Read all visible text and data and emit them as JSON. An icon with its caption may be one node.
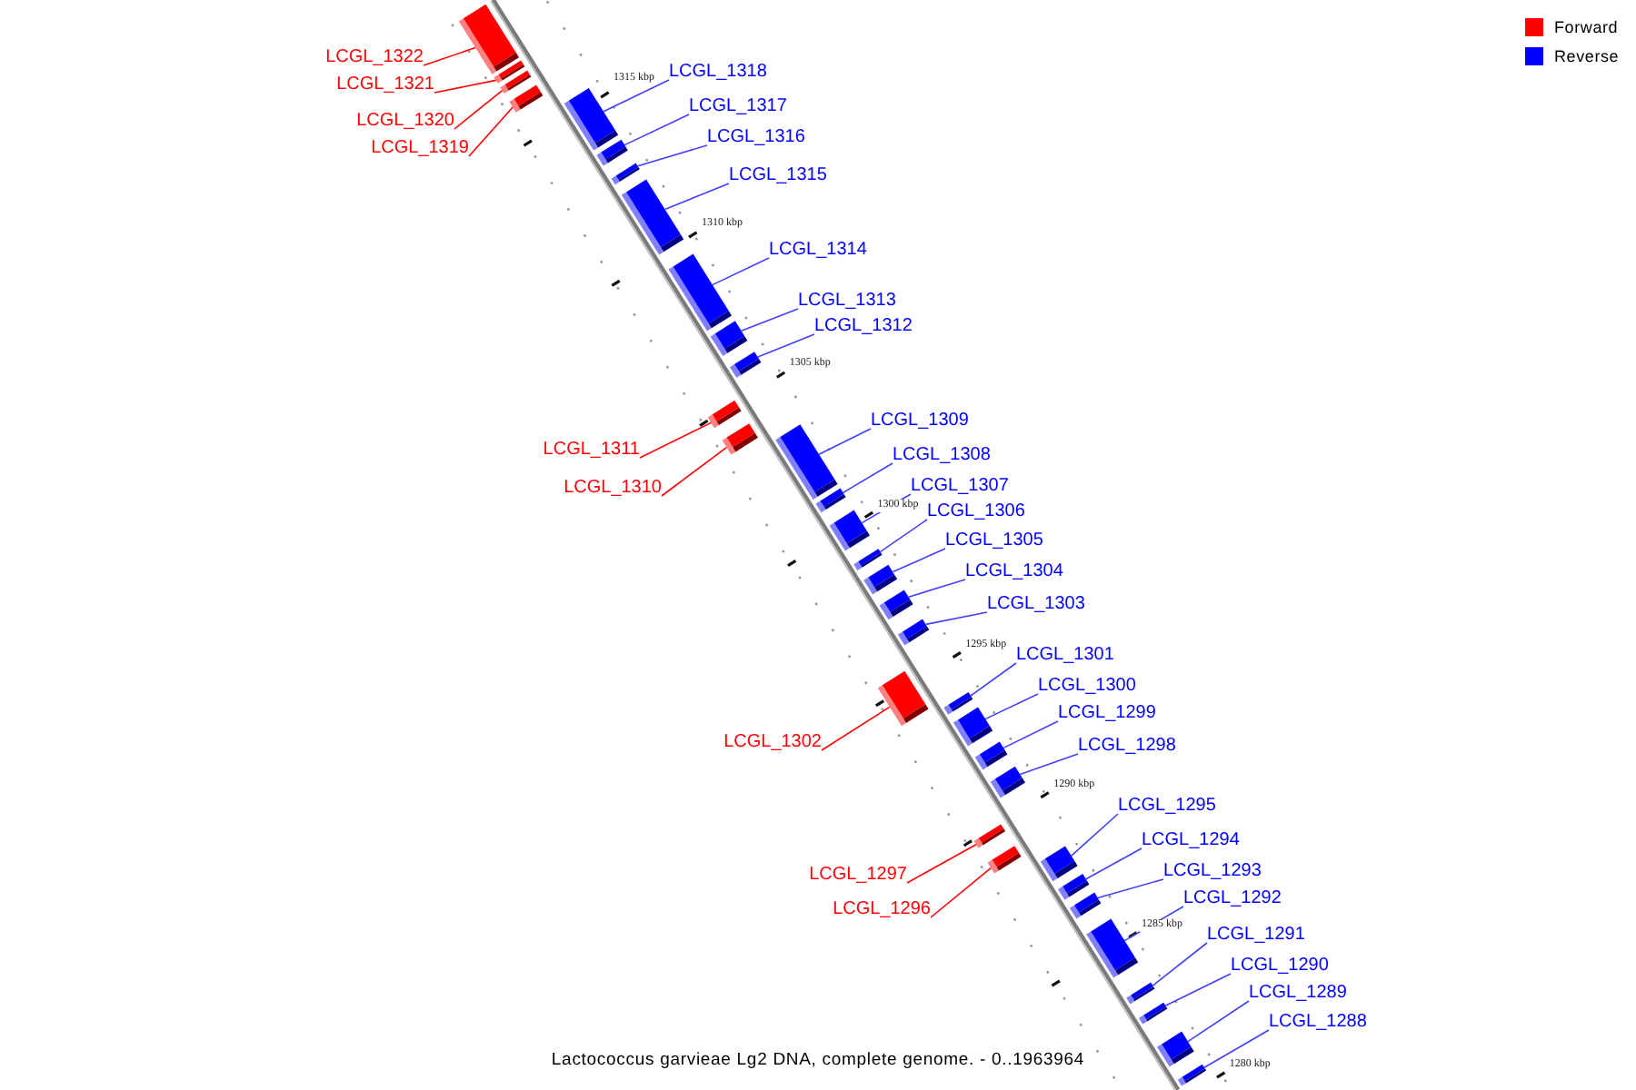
{
  "diagram": {
    "caption": "Lactococcus garvieae Lg2 DNA, complete genome. - 0..1963964",
    "nodes": [
      {
        "text": [
          "LCGL_1322"
        ]
      },
      {
        "text": [
          "LCGL_1321"
        ]
      },
      {
        "text": [
          "LCGL_1320"
        ]
      },
      {
        "text": [
          "LCGL_1319"
        ]
      },
      {
        "text": [
          "LCGL_1318"
        ]
      },
      {
        "text": [
          "LCGL_1317"
        ]
      },
      {
        "text": [
          "LCGL_1316"
        ]
      },
      {
        "text": [
          "LCGL_1315"
        ]
      },
      {
        "text": [
          "LCGL_1314"
        ]
      },
      {
        "text": [
          "LCGL_1313"
        ]
      },
      {
        "text": [
          "LCGL_1312"
        ]
      },
      {
        "text": [
          "LCGL_1311"
        ]
      },
      {
        "text": [
          "LCGL_1310"
        ]
      },
      {
        "text": [
          "LCGL_1309"
        ]
      },
      {
        "text": [
          "LCGL_1308"
        ]
      },
      {
        "text": [
          "LCGL_1307"
        ]
      },
      {
        "text": [
          "LCGL_1306"
        ]
      },
      {
        "text": [
          "LCGL_1305"
        ]
      },
      {
        "text": [
          "LCGL_1304"
        ]
      },
      {
        "text": [
          "LCGL_1303"
        ]
      },
      {
        "text": [
          "LCGL_1302"
        ]
      },
      {
        "text": [
          "LCGL_1301"
        ]
      },
      {
        "text": [
          "LCGL_1300"
        ]
      },
      {
        "text": [
          "LCGL_1299"
        ]
      },
      {
        "text": [
          "LCGL_1298"
        ]
      },
      {
        "text": [
          "LCGL_1297"
        ]
      },
      {
        "text": [
          "LCGL_1296"
        ]
      },
      {
        "text": [
          "LCGL_1295"
        ]
      },
      {
        "text": [
          "LCGL_1294"
        ]
      },
      {
        "text": [
          "LCGL_1293"
        ]
      },
      {
        "text": [
          "LCGL_1292"
        ]
      },
      {
        "text": [
          "LCGL_1291"
        ]
      },
      {
        "text": [
          "LCGL_1290"
        ]
      },
      {
        "text": [
          "LCGL_1289"
        ]
      },
      {
        "text": [
          "LCGL_1288"
        ]
      },
      {
        "text": [],
        "shape": "bar"
      },
      {
        "text": [],
        "shape": "bar"
      },
      {
        "text": [],
        "shape": "bar"
      },
      {
        "text": [],
        "shape": "bar"
      },
      {
        "text": [],
        "shape": "bar"
      },
      {
        "text": [],
        "shape": "bar"
      },
      {
        "text": [],
        "shape": "bar"
      },
      {
        "text": [],
        "shape": "bar"
      },
      {
        "text": [],
        "shape": "bar"
      },
      {
        "text": [],
        "shape": "bar"
      },
      {
        "text": [],
        "shape": "bar"
      },
      {
        "text": [],
        "shape": "bar"
      },
      {
        "text": [],
        "shape": "bar"
      },
      {
        "text": [],
        "shape": "bar"
      },
      {
        "text": [],
        "shape": "bar"
      },
      {
        "text": [],
        "shape": "bar"
      },
      {
        "text": [],
        "shape": "bar"
      },
      {
        "text": [],
        "shape": "bar"
      },
      {
        "text": [],
        "shape": "bar"
      },
      {
        "text": [],
        "shape": "bar"
      },
      {
        "text": [],
        "shape": "bar"
      },
      {
        "text": [],
        "shape": "bar"
      },
      {
        "text": [],
        "shape": "bar"
      },
      {
        "text": [],
        "shape": "bar"
      },
      {
        "text": [],
        "shape": "bar"
      },
      {
        "text": [],
        "shape": "bar"
      },
      {
        "text": [],
        "shape": "bar"
      },
      {
        "text": [],
        "shape": "bar"
      },
      {
        "text": [],
        "shape": "bar"
      },
      {
        "text": [],
        "shape": "bar"
      },
      {
        "text": [],
        "shape": "bar"
      },
      {
        "text": [],
        "shape": "bar"
      },
      {
        "text": [],
        "shape": "bar"
      },
      {
        "text": [],
        "shape": "bar"
      },
      {
        "text": [],
        "shape": "bar"
      }
    ],
    "edges": [
      {
        "from": 0,
        "to": 35,
        "arrow": "none",
        "color": "#ff0000"
      },
      {
        "from": 1,
        "to": 36,
        "arrow": "none",
        "color": "#ff0000"
      },
      {
        "from": 2,
        "to": 37,
        "arrow": "none",
        "color": "#ff0000"
      },
      {
        "from": 3,
        "to": 38,
        "arrow": "none",
        "color": "#ff0000"
      },
      {
        "from": 4,
        "to": 39,
        "arrow": "none"
      },
      {
        "from": 5,
        "to": 40,
        "arrow": "none"
      },
      {
        "from": 6,
        "to": 41,
        "arrow": "none"
      },
      {
        "from": 7,
        "to": 42,
        "arrow": "none"
      },
      {
        "from": 8,
        "to": 43,
        "arrow": "none"
      },
      {
        "from": 9,
        "to": 44,
        "arrow": "none"
      },
      {
        "from": 10,
        "to": 45,
        "arrow": "none"
      },
      {
        "from": 11,
        "to": 46,
        "arrow": "none",
        "color": "#ff0000"
      },
      {
        "from": 12,
        "to": 47,
        "arrow": "none",
        "color": "#ff0000"
      },
      {
        "from": 13,
        "to": 48,
        "arrow": "none"
      },
      {
        "from": 14,
        "to": 49,
        "arrow": "none"
      },
      {
        "from": 15,
        "to": 50,
        "arrow": "none"
      },
      {
        "from": 16,
        "to": 51,
        "arrow": "none"
      },
      {
        "from": 17,
        "to": 52,
        "arrow": "none"
      },
      {
        "from": 18,
        "to": 53,
        "arrow": "none"
      },
      {
        "from": 19,
        "to": 54,
        "arrow": "none"
      },
      {
        "from": 20,
        "to": 55,
        "arrow": "none",
        "color": "#ff0000"
      },
      {
        "from": 21,
        "to": 56,
        "arrow": "none"
      },
      {
        "from": 22,
        "to": 57,
        "arrow": "none"
      },
      {
        "from": 23,
        "to": 58,
        "arrow": "none"
      },
      {
        "from": 24,
        "to": 59,
        "arrow": "none"
      },
      {
        "from": 25,
        "to": 60,
        "arrow": "none",
        "color": "#ff0000"
      },
      {
        "from": 26,
        "to": 61,
        "arrow": "none",
        "color": "#ff0000"
      },
      {
        "from": 27,
        "to": 62,
        "arrow": "none"
      },
      {
        "from": 28,
        "to": 63,
        "arrow": "none"
      },
      {
        "from": 29,
        "to": 64,
        "arrow": "none"
      },
      {
        "from": 30,
        "to": 65,
        "arrow": "none"
      },
      {
        "from": 31,
        "to": 66,
        "arrow": "none"
      },
      {
        "from": 32,
        "to": 67,
        "arrow": "none"
      },
      {
        "from": 33,
        "to": 68,
        "arrow": "none"
      },
      {
        "from": 34,
        "to": 69,
        "arrow": "none"
      }
    ],
    "labels": [
      "1315 kbp",
      "1310 kbp",
      "1305 kbp",
      "1300 kbp",
      "1295 kbp",
      "1290 kbp",
      "1285 kbp",
      "1280 kbp"
    ],
    "legend": [
      {
        "text": "Forward",
        "color": "#ff0000"
      },
      {
        "text": "Reverse",
        "color": "#0000ff"
      }
    ]
  }
}
